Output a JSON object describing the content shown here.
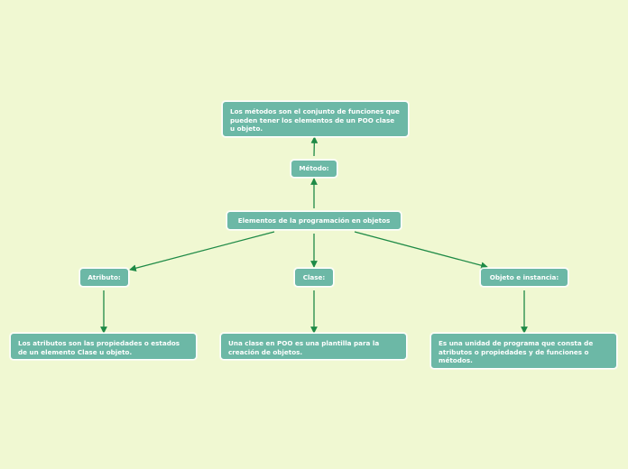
{
  "colors": {
    "background": "#f0f8d2",
    "node_fill": "#6cb8a6",
    "node_border": "#ffffff",
    "text": "#ffffff",
    "connector": "#1e8a46"
  },
  "map": {
    "central": "Elementos de la programación en objetos",
    "metodo": {
      "label": "Método:",
      "description": "Los métodos son el conjunto de funciones que pueden tener los elementos de un POO clase u objeto."
    },
    "atributo": {
      "label": "Atributo:",
      "description": "Los atributos son las propiedades o estados de un elemento Clase u objeto."
    },
    "clase": {
      "label": "Clase:",
      "description": "Una clase en POO es una plantilla para la creación de objetos."
    },
    "objeto": {
      "label": "Objeto e instancia:",
      "description": "Es una unidad de programa que consta de atributos o propiedades y de funciones o métodos."
    }
  }
}
